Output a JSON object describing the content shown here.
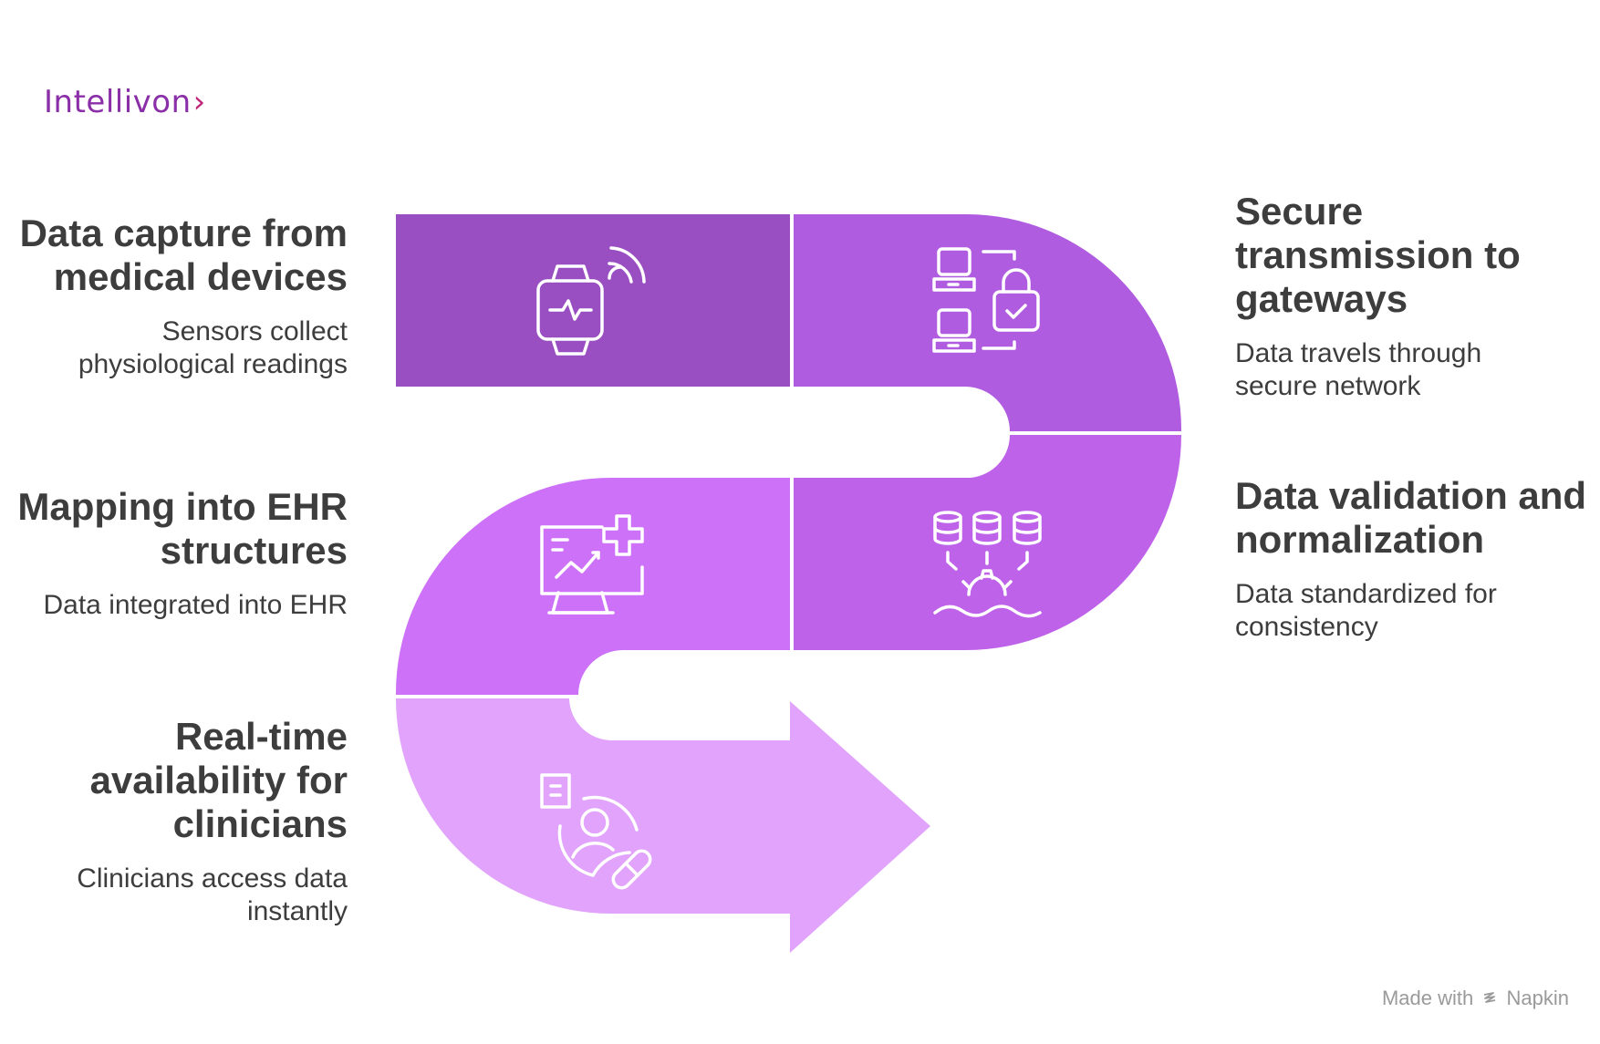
{
  "brand": {
    "name": "Intellivon",
    "chevron": "›"
  },
  "steps": [
    {
      "title_lines": [
        "Data capture from",
        "medical devices"
      ],
      "desc_lines": [
        "Sensors collect",
        "physiological readings"
      ],
      "icon": "smartwatch-icon",
      "color": "#994fc2"
    },
    {
      "title_lines": [
        "Secure",
        "transmission to",
        "gateways"
      ],
      "desc_lines": [
        "Data travels through",
        "secure network"
      ],
      "icon": "secure-network-icon",
      "color": "#b05ce0"
    },
    {
      "title_lines": [
        "Data validation and",
        "normalization"
      ],
      "desc_lines": [
        "Data standardized for",
        "consistency"
      ],
      "icon": "database-processing-icon",
      "color": "#be62ea"
    },
    {
      "title_lines": [
        "Mapping into EHR",
        "structures"
      ],
      "desc_lines": [
        "Data integrated into EHR"
      ],
      "icon": "medical-monitor-icon",
      "color": "#cd72f8"
    },
    {
      "title_lines": [
        "Real-time",
        "availability for",
        "clinicians"
      ],
      "desc_lines": [
        "Clinicians access data",
        "instantly"
      ],
      "icon": "clinician-access-icon",
      "color": "#e1a3fb"
    }
  ],
  "footer": {
    "text_left": "Made with",
    "text_right": "Napkin"
  }
}
